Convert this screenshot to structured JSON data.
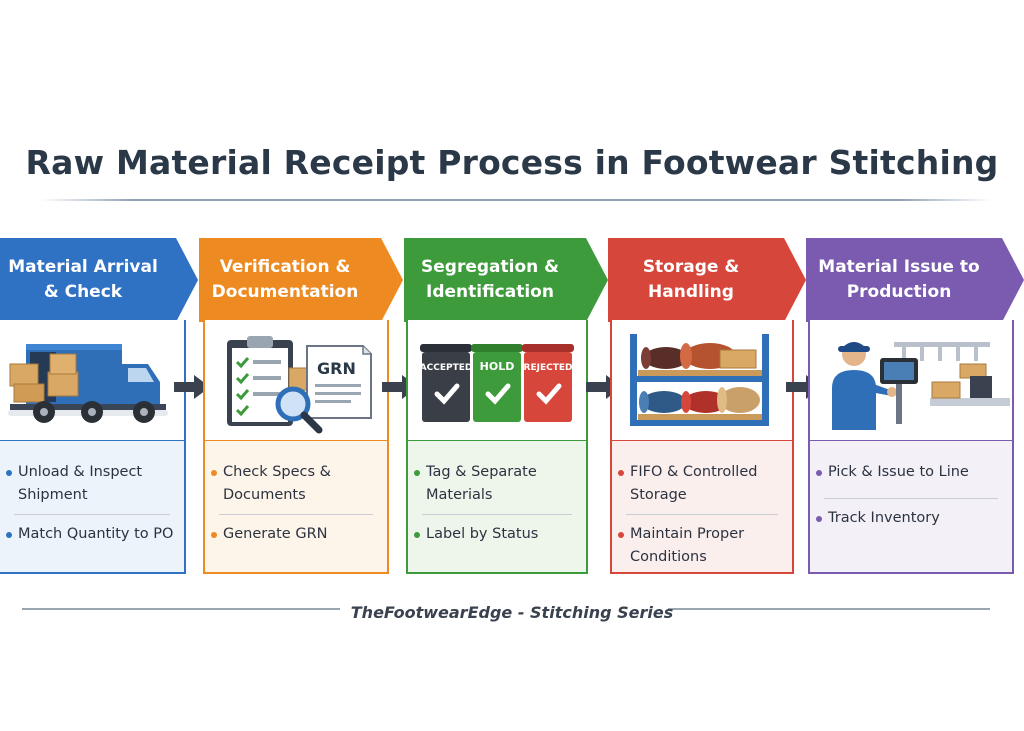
{
  "title": "Raw Material Receipt Process in Footwear Stitching",
  "steps": [
    {
      "heading_line1": "Material Arrival",
      "heading_line2": "& Check",
      "color": "#2f72c4",
      "light": "#edf3fb",
      "bullets": [
        {
          "line1": "Unload & Inspect",
          "line2": "Shipment"
        },
        {
          "line1": "Match Quantity to PO",
          "line2": ""
        }
      ]
    },
    {
      "heading_line1": "Verification &",
      "heading_line2": "Documentation",
      "color": "#ee8a22",
      "light": "#fdf4ea",
      "doc_label": "GRN",
      "bullets": [
        {
          "line1": "Check Specs &",
          "line2": "Documents"
        },
        {
          "line1": "Generate GRN",
          "line2": ""
        }
      ]
    },
    {
      "heading_line1": "Segregation &",
      "heading_line2": "Identification",
      "color": "#3e9b3c",
      "light": "#eef6ec",
      "bins": [
        "ACCEPTED",
        "HOLD",
        "REJECTED"
      ],
      "bullets": [
        {
          "line1": "Tag & Separate",
          "line2": "Materials"
        },
        {
          "line1": "Label by Status",
          "line2": ""
        }
      ]
    },
    {
      "heading_line1": "Storage &",
      "heading_line2": "Handling",
      "color": "#d7463a",
      "light": "#fbefee",
      "bullets": [
        {
          "line1": "FIFO & Controlled",
          "line2": "Storage"
        },
        {
          "line1": "Maintain Proper",
          "line2": "Conditions"
        }
      ]
    },
    {
      "heading_line1": "Material Issue to",
      "heading_line2": "Production",
      "color": "#7a5bb0",
      "light": "#f3f0f8",
      "bullets": [
        {
          "line1": "Pick & Issue to Line",
          "line2": ""
        },
        {
          "line1": "Track Inventory",
          "line2": ""
        }
      ]
    }
  ],
  "icons": [
    "delivery-truck-icon",
    "clipboard-checklist-icon",
    "magnifier-icon",
    "status-bins-icon",
    "storage-rack-icon",
    "worker-terminal-icon",
    "flow-arrow-icon"
  ],
  "footer": "TheFootwearEdge - Stitching Series"
}
